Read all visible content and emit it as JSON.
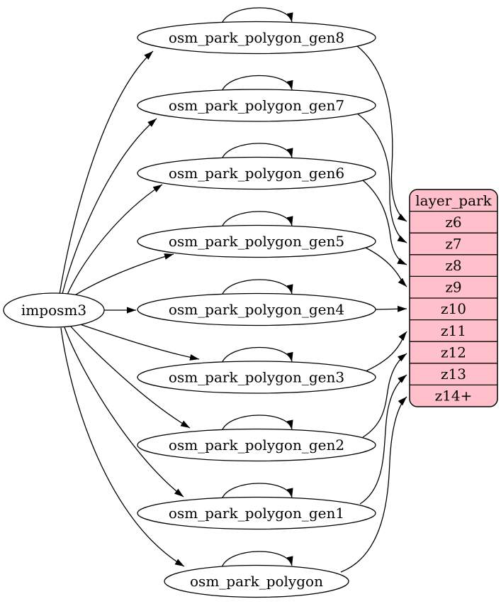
{
  "diagram": {
    "background": "#ffffff",
    "stroke_color": "#000000",
    "node_fill": "#ffffff",
    "source": {
      "label": "imposm3"
    },
    "tables": [
      {
        "label": "osm_park_polygon_gen8",
        "zoom": "z6"
      },
      {
        "label": "osm_park_polygon_gen7",
        "zoom": "z7"
      },
      {
        "label": "osm_park_polygon_gen6",
        "zoom": "z8"
      },
      {
        "label": "osm_park_polygon_gen5",
        "zoom": "z9"
      },
      {
        "label": "osm_park_polygon_gen4",
        "zoom": "z10"
      },
      {
        "label": "osm_park_polygon_gen3",
        "zoom": "z11"
      },
      {
        "label": "osm_park_polygon_gen2",
        "zoom": "z12"
      },
      {
        "label": "osm_park_polygon_gen1",
        "zoom": "z13"
      },
      {
        "label": "osm_park_polygon",
        "zoom": "z14+"
      }
    ],
    "layer": {
      "title": "layer_park",
      "fill": "#ffc0cb",
      "rows": [
        "z6",
        "z7",
        "z8",
        "z9",
        "z10",
        "z11",
        "z12",
        "z13",
        "z14+"
      ]
    },
    "edges": {
      "from_source_to": [
        "osm_park_polygon_gen8",
        "osm_park_polygon_gen7",
        "osm_park_polygon_gen6",
        "osm_park_polygon_gen5",
        "osm_park_polygon_gen4",
        "osm_park_polygon_gen3",
        "osm_park_polygon_gen2",
        "osm_park_polygon_gen1",
        "osm_park_polygon"
      ],
      "self_loops": [
        "osm_park_polygon_gen8",
        "osm_park_polygon_gen7",
        "osm_park_polygon_gen6",
        "osm_park_polygon_gen5",
        "osm_park_polygon_gen4",
        "osm_park_polygon_gen3",
        "osm_park_polygon_gen2",
        "osm_park_polygon_gen1",
        "osm_park_polygon"
      ],
      "to_layer": [
        {
          "from": "osm_park_polygon_gen8",
          "to": "z6"
        },
        {
          "from": "osm_park_polygon_gen7",
          "to": "z7"
        },
        {
          "from": "osm_park_polygon_gen6",
          "to": "z8"
        },
        {
          "from": "osm_park_polygon_gen5",
          "to": "z9"
        },
        {
          "from": "osm_park_polygon_gen4",
          "to": "z10"
        },
        {
          "from": "osm_park_polygon_gen3",
          "to": "z11"
        },
        {
          "from": "osm_park_polygon_gen2",
          "to": "z12"
        },
        {
          "from": "osm_park_polygon_gen1",
          "to": "z13"
        },
        {
          "from": "osm_park_polygon",
          "to": "z14+"
        }
      ]
    }
  }
}
